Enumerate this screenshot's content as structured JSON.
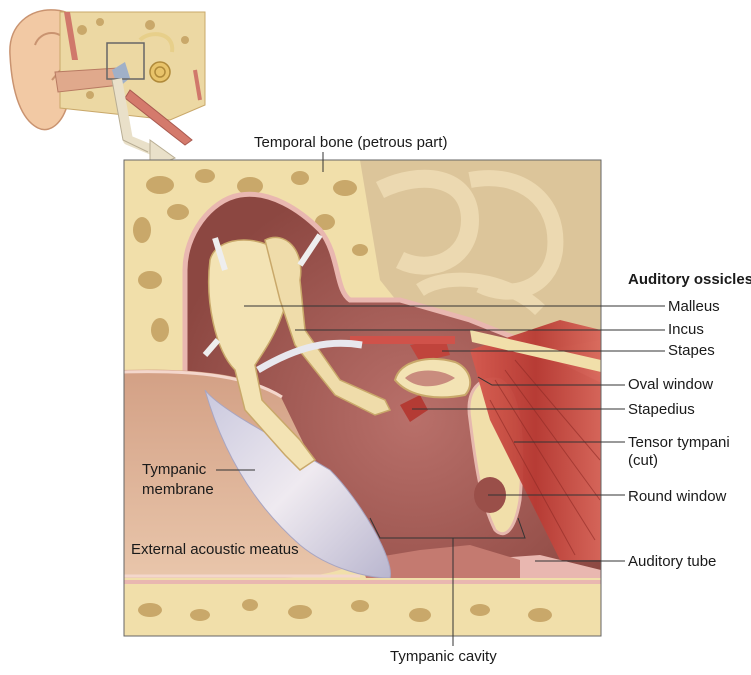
{
  "figure": {
    "labels": {
      "temporal_bone": "Temporal bone (petrous part)",
      "auditory_ossicles": "Auditory ossicles",
      "malleus": "Malleus",
      "incus": "Incus",
      "stapes": "Stapes",
      "oval_window": "Oval window",
      "stapedius": "Stapedius",
      "tensor_tympani_line1": "Tensor tympani",
      "tensor_tympani_line2": "(cut)",
      "round_window": "Round window",
      "auditory_tube": "Auditory tube",
      "tympanic_membrane_line1": "Tympanic",
      "tympanic_membrane_line2": "membrane",
      "external_acoustic_meatus": "External acoustic meatus",
      "tympanic_cavity": "Tympanic cavity"
    },
    "colors": {
      "bone": "#f1dfaa",
      "bone_pores": "#c9a86a",
      "cavity_wall": "#a85a55",
      "cavity_deep": "#8c4741",
      "muscle": "#c0443c",
      "ossicle": "#f3e3b4",
      "membrane": "#d9d6e3",
      "canal_skin": "#e8c1a6",
      "leader_line": "#333333"
    }
  }
}
